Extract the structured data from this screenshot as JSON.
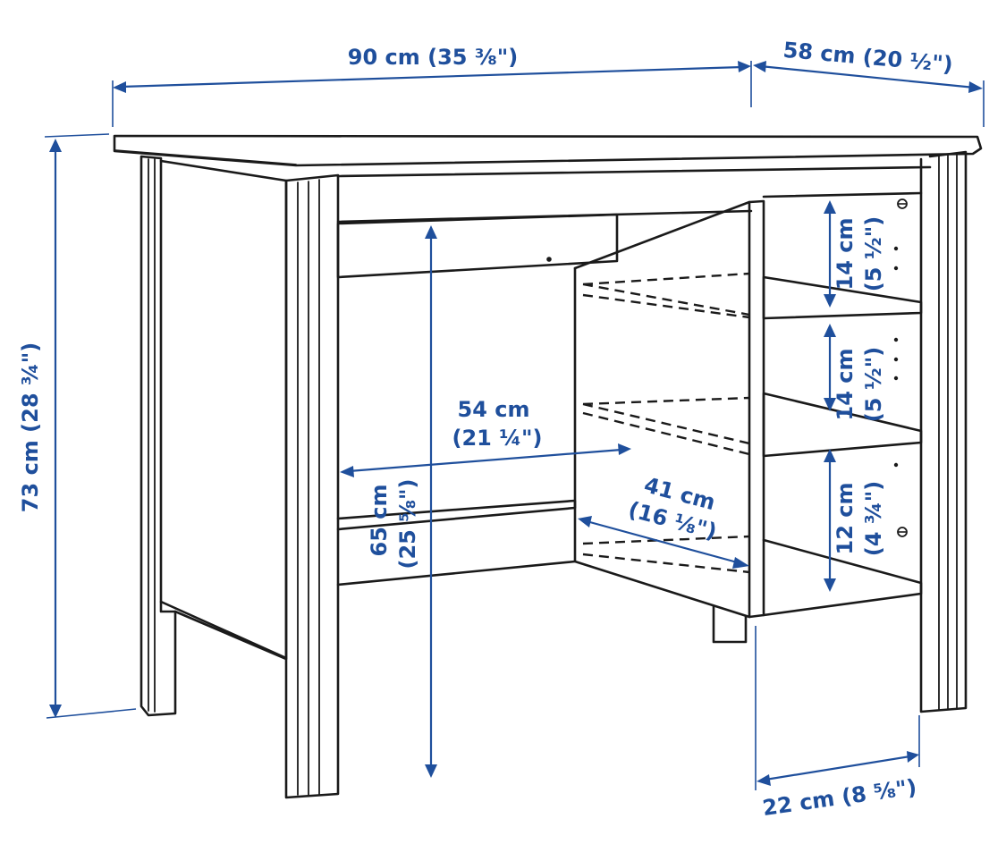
{
  "colors": {
    "dimension": "#1f4f9c",
    "outline": "#1a1a1a",
    "background": "#ffffff"
  },
  "dimensions": {
    "width": "90 cm (35 ⅜\")",
    "depth": "58 cm (20 ½\")",
    "height": "73 cm (28 ¾\")",
    "leg_clearance_height_cm": "65 cm",
    "leg_clearance_height_in": "(25 ⅝\")",
    "knee_width_cm": "54 cm",
    "knee_width_in": "(21 ¼\")",
    "inner_depth_cm": "41 cm",
    "inner_depth_in": "(16 ⅛\")",
    "shelf_top_cm": "14 cm",
    "shelf_top_in": "(5 ½\")",
    "shelf_mid_cm": "14 cm",
    "shelf_mid_in": "(5 ½\")",
    "shelf_bottom_cm": "12 cm",
    "shelf_bottom_in": "(4 ¾\")",
    "shelf_width": "22 cm (8 ⅝\")"
  }
}
